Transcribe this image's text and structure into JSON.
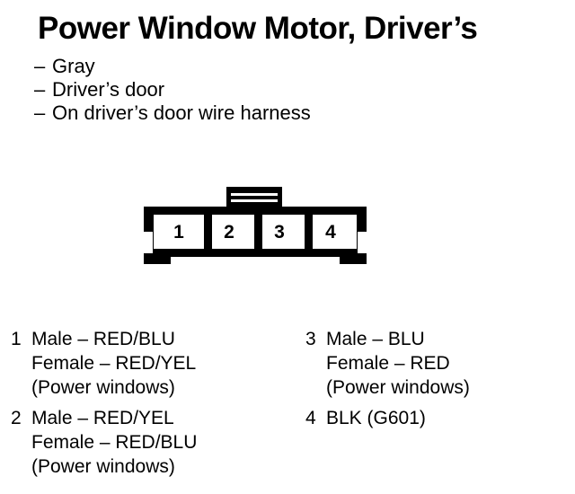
{
  "document": {
    "title": "Power Window Motor, Driver’s",
    "bullet_marker": "–",
    "subtitles": [
      "Gray",
      "Driver’s door",
      "On driver’s door wire harness"
    ]
  },
  "connector": {
    "name": "4-pin connector",
    "terminal_count": 4,
    "terminals": [
      {
        "number": "1"
      },
      {
        "number": "2"
      },
      {
        "number": "3"
      },
      {
        "number": "4"
      }
    ],
    "line_color": "#000000",
    "fill_color": "#ffffff"
  },
  "pin_legend": {
    "left_column": [
      {
        "number": "1",
        "lines": [
          "Male – RED/BLU",
          "Female – RED/YEL",
          "(Power windows)"
        ]
      },
      {
        "number": "2",
        "lines": [
          "Male – RED/YEL",
          "Female – RED/BLU",
          "(Power windows)"
        ]
      }
    ],
    "right_column": [
      {
        "number": "3",
        "lines": [
          "Male – BLU",
          "Female – RED",
          "(Power windows)"
        ]
      },
      {
        "number": "4",
        "lines": [
          "BLK (G601)"
        ]
      }
    ]
  }
}
